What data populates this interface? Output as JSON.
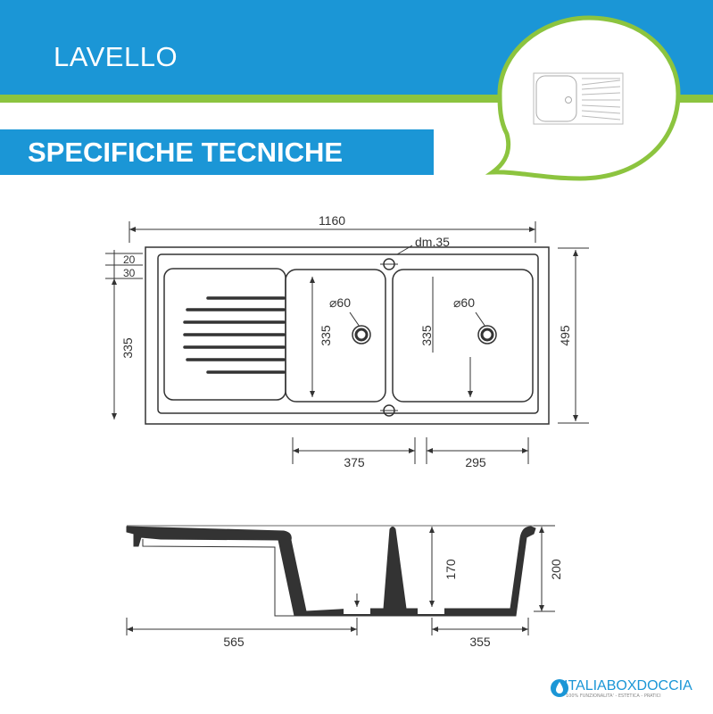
{
  "header": {
    "title": "LAVELLO"
  },
  "banner": {
    "label": "SPECIFICHE TECNICHE"
  },
  "dimensions": {
    "top_view": {
      "overall_width": "1160",
      "tap_hole": "dm.35",
      "top_margin_1": "20",
      "top_margin_2": "30",
      "left_height": "335",
      "bowl1_height": "335",
      "bowl2_height": "335",
      "overall_depth": "495",
      "drain1": "⌀60",
      "drain2": "⌀60",
      "bowl1_width": "375",
      "bowl2_width": "295"
    },
    "section_view": {
      "bowl_depth": "170",
      "overall_height": "200",
      "drainboard_width": "565",
      "bowl_width": "355"
    }
  },
  "logo": {
    "part1": "ITALIA",
    "part2": "BOXDOCCIA",
    "tagline": "100% FUNZIONALITA' - ESTETICA - PRATICI"
  },
  "colors": {
    "brand_blue": "#1b96d6",
    "brand_green": "#8cc43f",
    "line": "#333333"
  }
}
